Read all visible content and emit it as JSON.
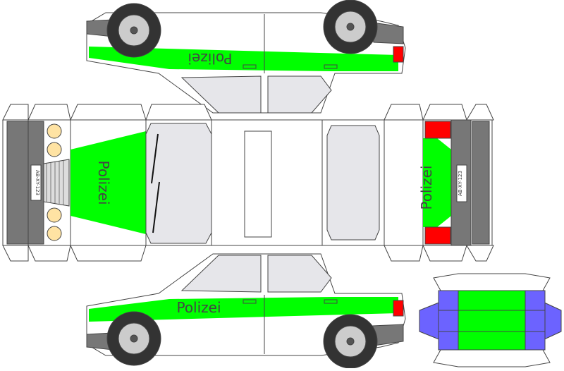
{
  "top_side": {
    "label": "Polizei"
  },
  "bottom_side": {
    "label": "Polizei"
  },
  "roof_panel": {
    "label": "Polizei"
  },
  "rear_panel": {
    "label": "Polizei"
  },
  "license_plate_front": {
    "text": "AB-XY-123"
  },
  "license_plate_rear": {
    "text": "AB-XY-123"
  },
  "colors": {
    "body": "#ffffff",
    "stripe": "#00ff00",
    "outline": "#444444",
    "glass": "#e6e6ea",
    "bumper": "#777777",
    "tire": "#333333",
    "hub": "#cccccc",
    "headlight": "#ffe3a3",
    "taillight": "#ff0000",
    "base_flap": "#6c63ff"
  }
}
